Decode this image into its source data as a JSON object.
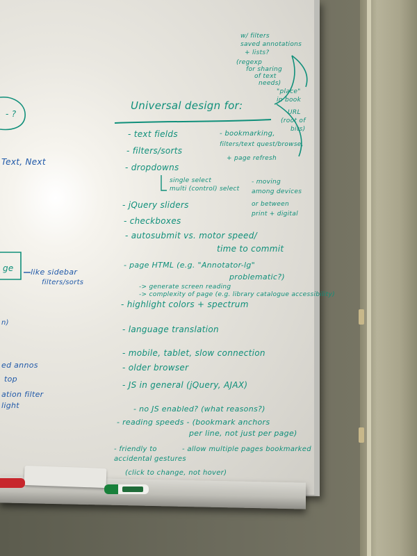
{
  "heading": "Universal design for:",
  "items": [
    "- text fields",
    "- filters/sorts",
    "- dropdowns",
    "- jQuery sliders",
    "- checkboxes",
    "- autosubmit vs. motor speed/",
    "time to commit",
    "- page HTML (e.g. \"Annotator-lg\"",
    "problematic?)",
    "- highlight colors + spectrum",
    "- language translation",
    "- mobile, tablet, slow connection",
    "- older browser",
    "- JS in general (jQuery, AJAX)",
    "- no JS enabled? (what reasons?)",
    "- reading speeds - (bookmark anchors",
    "per line, not just per page)",
    "- allow multiple pages bookmarked",
    "- friendly to",
    "accidental gestures",
    "(click to change, not hover)"
  ],
  "sub_dropdowns": [
    "single select",
    "multi (control) select"
  ],
  "sub_html": [
    "-> generate screen reading",
    "-> complexity of page (e.g. library catalogue accessibility)"
  ],
  "right_notes": [
    "- bookmarking,",
    "filters/text quest/browse,",
    "+ page refresh",
    "- moving",
    "among devices",
    "or between",
    "print + digital"
  ],
  "top_right_notes": [
    "w/ filters",
    "saved annotations",
    "+ lists?",
    "(regexp",
    "for sharing",
    "of text",
    "needs)",
    "\"place\"",
    "in book",
    "URL",
    "(root of",
    "bits)"
  ],
  "left_edge": [
    "- ?",
    "Text, Next",
    "ge",
    "- like sidebar",
    "filters/sorts",
    "ed annos",
    "top",
    "ation filter",
    "light",
    "n)"
  ],
  "colors": {
    "ink_green": "#0f8f7a",
    "ink_blue": "#1f58a8",
    "board": "#e9e7e0"
  }
}
